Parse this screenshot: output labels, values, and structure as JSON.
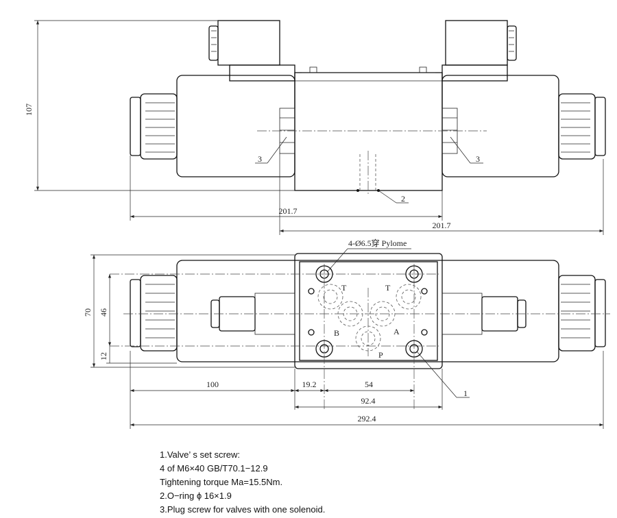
{
  "dimensions": {
    "height_107": "107",
    "left_201_7": "201.7",
    "right_201_7": "201.7",
    "height_70": "70",
    "height_46": "46",
    "height_12": "12",
    "width_100": "100",
    "width_19_2": "19.2",
    "width_54": "54",
    "width_92_4": "92.4",
    "width_292_4": "292.4"
  },
  "callouts": {
    "item_1": "1",
    "item_2": "2",
    "item_3_left": "3",
    "item_3_right": "3",
    "holes": "4-Ø6.5穿 Pylome"
  },
  "ports": {
    "t_left": "T",
    "t_right": "T",
    "a": "A",
    "b": "B",
    "p": "P"
  },
  "notes": [
    "1.Valve’ s set screw:",
    "4 of M6×40 GB/T70.1−12.9",
    "Tightening torque Ma=15.5Nm.",
    "2.O−ring  ϕ 16×1.9",
    "3.Plug screw for valves with one solenoid."
  ]
}
